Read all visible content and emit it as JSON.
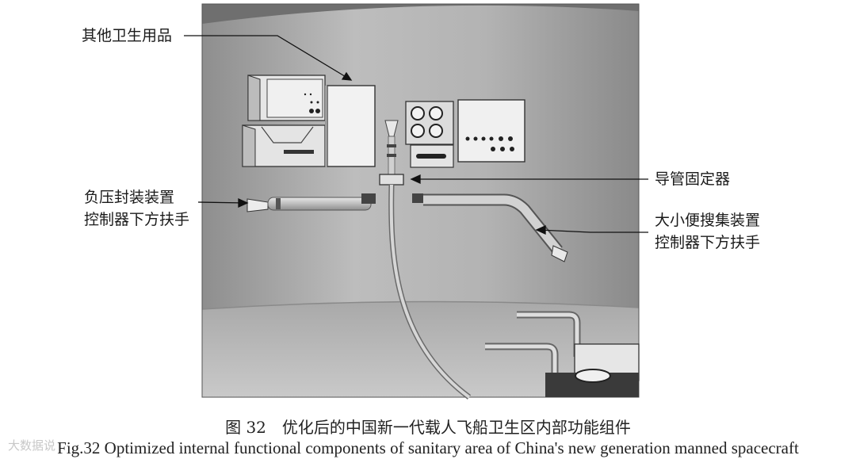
{
  "labels": {
    "other_supplies": "其他卫生用品",
    "catheter_fixer": "导管固定器",
    "negative_pressure_handle": "负压封装装置\n控制器下方扶手",
    "collection_handle": "大小便搜集装置\n控制器下方扶手"
  },
  "caption": {
    "cn": "图 32　优化后的中国新一代载人飞船卫生区内部功能组件",
    "en": "Fig.32 Optimized internal functional components of sanitary area of China's new generation manned spacecraft"
  },
  "watermark": "大数据说"
}
